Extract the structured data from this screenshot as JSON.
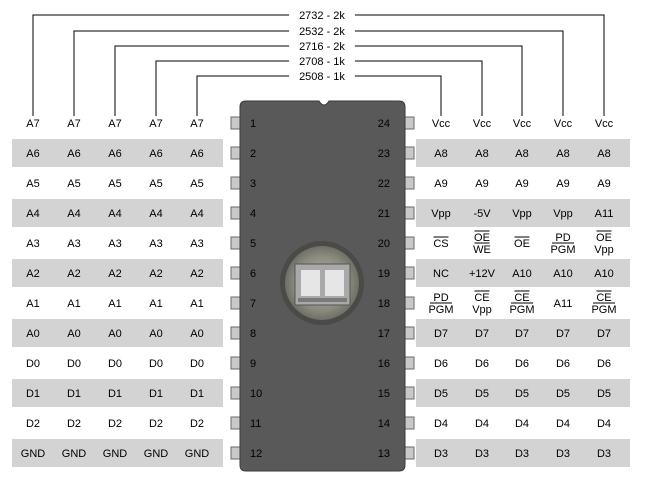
{
  "title_labels": [
    "2732 - 2k",
    "2532 - 2k",
    "2716 - 2k",
    "2708 - 1k",
    "2508 - 1k"
  ],
  "pin_numbers_left": [
    "1",
    "2",
    "3",
    "4",
    "5",
    "6",
    "7",
    "8",
    "9",
    "10",
    "11",
    "12"
  ],
  "pin_numbers_right": [
    "24",
    "23",
    "22",
    "21",
    "20",
    "19",
    "18",
    "17",
    "16",
    "15",
    "14",
    "13"
  ],
  "left_columns": [
    [
      "A7",
      "A6",
      "A5",
      "A4",
      "A3",
      "A2",
      "A1",
      "A0",
      "D0",
      "D1",
      "D2",
      "GND"
    ],
    [
      "A7",
      "A6",
      "A5",
      "A4",
      "A3",
      "A2",
      "A1",
      "A0",
      "D0",
      "D1",
      "D2",
      "GND"
    ],
    [
      "A7",
      "A6",
      "A5",
      "A4",
      "A3",
      "A2",
      "A1",
      "A0",
      "D0",
      "D1",
      "D2",
      "GND"
    ],
    [
      "A7",
      "A6",
      "A5",
      "A4",
      "A3",
      "A2",
      "A1",
      "A0",
      "D0",
      "D1",
      "D2",
      "GND"
    ],
    [
      "A7",
      "A6",
      "A5",
      "A4",
      "A3",
      "A2",
      "A1",
      "A0",
      "D0",
      "D1",
      "D2",
      "GND"
    ]
  ],
  "right_columns": [
    [
      [
        "Vcc"
      ],
      [
        "A8"
      ],
      [
        "A9"
      ],
      [
        "Vpp"
      ],
      [
        "CS"
      ],
      [
        "NC"
      ],
      [
        "PD",
        "PGM"
      ],
      [
        "D7"
      ],
      [
        "D6"
      ],
      [
        "D5"
      ],
      [
        "D4"
      ],
      [
        "D3"
      ]
    ],
    [
      [
        "Vcc"
      ],
      [
        "A8"
      ],
      [
        "A9"
      ],
      [
        "-5V"
      ],
      [
        "OE",
        "WE"
      ],
      [
        "+12V"
      ],
      [
        "CE",
        "Vpp"
      ],
      [
        "D7"
      ],
      [
        "D6"
      ],
      [
        "D5"
      ],
      [
        "D4"
      ],
      [
        "D3"
      ]
    ],
    [
      [
        "Vcc"
      ],
      [
        "A8"
      ],
      [
        "A9"
      ],
      [
        "Vpp"
      ],
      [
        "OE"
      ],
      [
        "A10"
      ],
      [
        "CE",
        "PGM"
      ],
      [
        "D7"
      ],
      [
        "D6"
      ],
      [
        "D5"
      ],
      [
        "D4"
      ],
      [
        "D3"
      ]
    ],
    [
      [
        "Vcc"
      ],
      [
        "A8"
      ],
      [
        "A9"
      ],
      [
        "Vpp"
      ],
      [
        "PD",
        "PGM"
      ],
      [
        "A10"
      ],
      [
        "A11"
      ],
      [
        "D7"
      ],
      [
        "D6"
      ],
      [
        "D5"
      ],
      [
        "D4"
      ],
      [
        "D3"
      ]
    ],
    [
      [
        "Vcc"
      ],
      [
        "A8"
      ],
      [
        "A9"
      ],
      [
        "A11"
      ],
      [
        "OE",
        "Vpp"
      ],
      [
        "A10"
      ],
      [
        "CE",
        "PGM"
      ],
      [
        "D7"
      ],
      [
        "D6"
      ],
      [
        "D5"
      ],
      [
        "D4"
      ],
      [
        "D3"
      ]
    ]
  ],
  "overlined_labels": [
    "CS",
    "OE",
    "WE",
    "CE",
    "PGM"
  ],
  "colors": {
    "stripe": "#d3d3d3",
    "chip_body": "#595959",
    "pin": "#c9c9c9",
    "line": "#000000"
  }
}
